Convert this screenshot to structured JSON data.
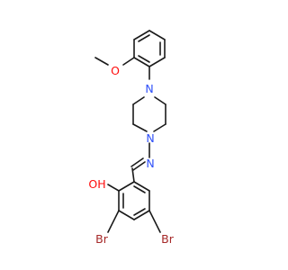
{
  "molecule": {
    "atoms": [
      {
        "id": "o-methoxy",
        "label": "O",
        "color": "#ff0d0d"
      },
      {
        "id": "n-piperazine-top",
        "label": "N",
        "color": "#2f50f8"
      },
      {
        "id": "n-piperazine-bottom",
        "label": "N",
        "color": "#2f50f8"
      },
      {
        "id": "n-imine",
        "label": "N",
        "color": "#2f50f8"
      },
      {
        "id": "oh-phenol",
        "label": "OH",
        "color": "#ff0d0d"
      },
      {
        "id": "br-left",
        "label": "Br",
        "color": "#a62929"
      },
      {
        "id": "br-right",
        "label": "Br",
        "color": "#a62929"
      }
    ],
    "bond_color": "#1a1a1a"
  }
}
